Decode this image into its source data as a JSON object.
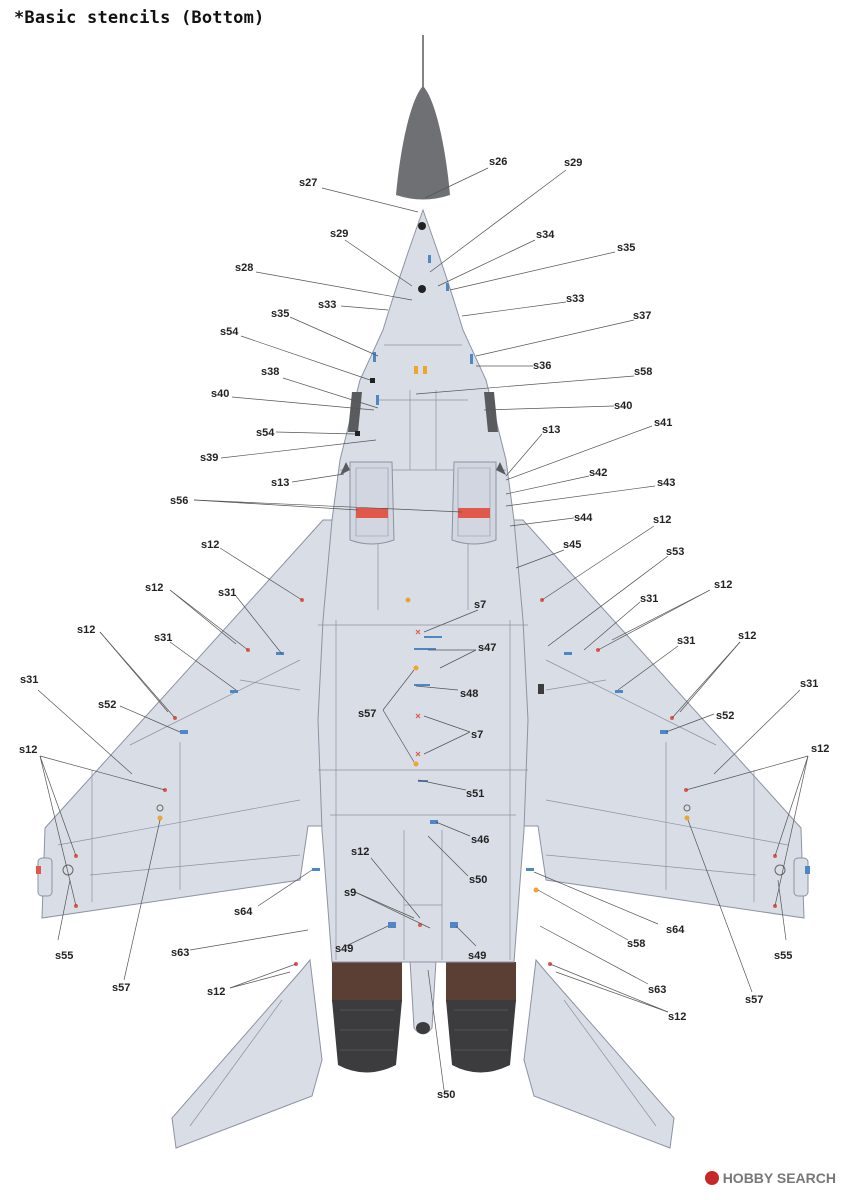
{
  "title": "*Basic stencils (Bottom)",
  "watermark": "HOBBY SEARCH",
  "colors": {
    "airframe": "#d9dde6",
    "airframe_dark": "#c5cad6",
    "panel_line": "#8d93a3",
    "radome": "#6f7073",
    "anti_glare": "#5a5b5e",
    "nozzle_dark": "#3c3c3e",
    "nozzle_brown": "#5b3f34",
    "stencil_red": "#e2574c",
    "stencil_orange": "#f0a530",
    "stencil_blue": "#4f86c6",
    "leader": "#555555"
  },
  "callouts": [
    {
      "id": "s27-a",
      "label": "s27"
    },
    {
      "id": "s26",
      "label": "s26"
    },
    {
      "id": "s29-a",
      "label": "s29"
    },
    {
      "id": "s29-b",
      "label": "s29"
    },
    {
      "id": "s34",
      "label": "s34"
    },
    {
      "id": "s35-a",
      "label": "s35"
    },
    {
      "id": "s28",
      "label": "s28"
    },
    {
      "id": "s33-a",
      "label": "s33"
    },
    {
      "id": "s33-b",
      "label": "s33"
    },
    {
      "id": "s35-b",
      "label": "s35"
    },
    {
      "id": "s37",
      "label": "s37"
    },
    {
      "id": "s54-a",
      "label": "s54"
    },
    {
      "id": "s36",
      "label": "s36"
    },
    {
      "id": "s38",
      "label": "s38"
    },
    {
      "id": "s58-a",
      "label": "s58"
    },
    {
      "id": "s40-a",
      "label": "s40"
    },
    {
      "id": "s40-b",
      "label": "s40"
    },
    {
      "id": "s54-b",
      "label": "s54"
    },
    {
      "id": "s13-a",
      "label": "s13"
    },
    {
      "id": "s41",
      "label": "s41"
    },
    {
      "id": "s39",
      "label": "s39"
    },
    {
      "id": "s13-b",
      "label": "s13"
    },
    {
      "id": "s42",
      "label": "s42"
    },
    {
      "id": "s43",
      "label": "s43"
    },
    {
      "id": "s56",
      "label": "s56"
    },
    {
      "id": "s44",
      "label": "s44"
    },
    {
      "id": "s12-a",
      "label": "s12"
    },
    {
      "id": "s12-b",
      "label": "s12"
    },
    {
      "id": "s45",
      "label": "s45"
    },
    {
      "id": "s53",
      "label": "s53"
    },
    {
      "id": "s12-c",
      "label": "s12"
    },
    {
      "id": "s31-a",
      "label": "s31"
    },
    {
      "id": "s7-a",
      "label": "s7"
    },
    {
      "id": "s31-b",
      "label": "s31"
    },
    {
      "id": "s12-d",
      "label": "s12"
    },
    {
      "id": "s12-e",
      "label": "s12"
    },
    {
      "id": "s31-c",
      "label": "s31"
    },
    {
      "id": "s47",
      "label": "s47"
    },
    {
      "id": "s31-d",
      "label": "s31"
    },
    {
      "id": "s12-f",
      "label": "s12"
    },
    {
      "id": "s31-e",
      "label": "s31"
    },
    {
      "id": "s48",
      "label": "s48"
    },
    {
      "id": "s31-f",
      "label": "s31"
    },
    {
      "id": "s52-a",
      "label": "s52"
    },
    {
      "id": "s57-a",
      "label": "s57"
    },
    {
      "id": "s52-b",
      "label": "s52"
    },
    {
      "id": "s7-b",
      "label": "s7"
    },
    {
      "id": "s12-g",
      "label": "s12"
    },
    {
      "id": "s12-h",
      "label": "s12"
    },
    {
      "id": "s51",
      "label": "s51"
    },
    {
      "id": "s46",
      "label": "s46"
    },
    {
      "id": "s12-i",
      "label": "s12"
    },
    {
      "id": "s50-a",
      "label": "s50"
    },
    {
      "id": "s9",
      "label": "s9"
    },
    {
      "id": "s64-a",
      "label": "s64"
    },
    {
      "id": "s64-b",
      "label": "s64"
    },
    {
      "id": "s58-b",
      "label": "s58"
    },
    {
      "id": "s55-a",
      "label": "s55"
    },
    {
      "id": "s63-a",
      "label": "s63"
    },
    {
      "id": "s49-a",
      "label": "s49"
    },
    {
      "id": "s49-b",
      "label": "s49"
    },
    {
      "id": "s55-b",
      "label": "s55"
    },
    {
      "id": "s63-b",
      "label": "s63"
    },
    {
      "id": "s57-b",
      "label": "s57"
    },
    {
      "id": "s12-j",
      "label": "s12"
    },
    {
      "id": "s12-k",
      "label": "s12"
    },
    {
      "id": "s57-c",
      "label": "s57"
    },
    {
      "id": "s50-b",
      "label": "s50"
    }
  ]
}
